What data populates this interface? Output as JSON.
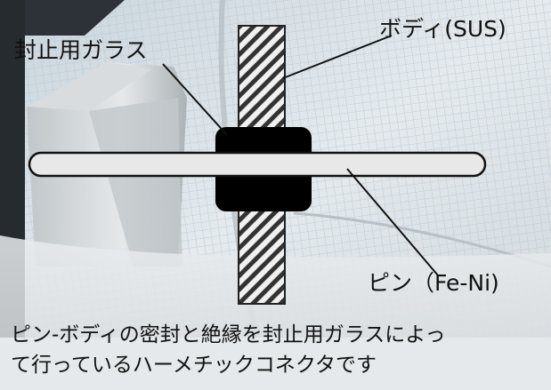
{
  "labels": {
    "sealing_glass": "封止用ガラス",
    "body": "ボディ(SUS)",
    "pin": "ピン（Fe-Ni)"
  },
  "caption": {
    "line1": "ピン-ボディの密封と絶縁を封止用ガラスによっ",
    "line2": "て行っているハーメチックコネクタです"
  },
  "colors": {
    "glass": "#000000",
    "pin_fill": "#e8e8e8",
    "body_stripe_dark": "#333333",
    "body_stripe_light": "#f0f0f0"
  }
}
